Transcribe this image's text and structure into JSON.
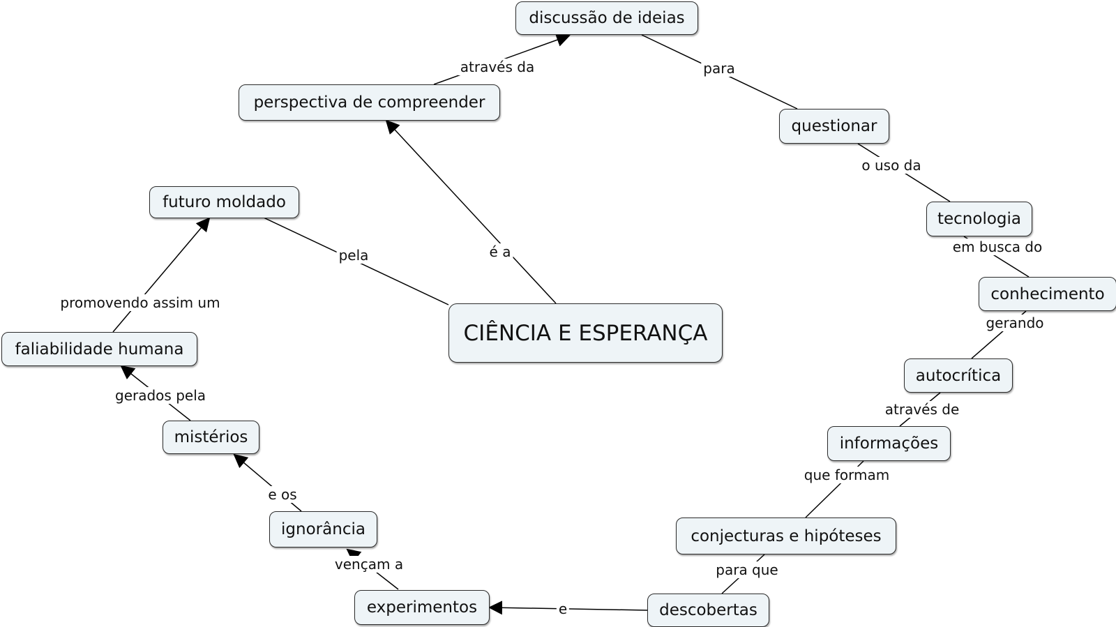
{
  "nodes": {
    "ciencia": "CIÊNCIA E ESPERANÇA",
    "perspectiva": "perspectiva de compreender",
    "discussao": "discussão de ideias",
    "questionar": "questionar",
    "tecnologia": "tecnologia",
    "conhecimento": "conhecimento",
    "autocritica": "autocrítica",
    "informacoes": "informações",
    "conjecturas": "conjecturas e hipóteses",
    "descobertas": "descobertas",
    "experimentos": "experimentos",
    "ignorancia": "ignorância",
    "misterios": "mistérios",
    "faliabilidade": "faliabilidade humana",
    "futuro": "futuro moldado"
  },
  "links": {
    "e_a": "é a",
    "atraves_da": "através da",
    "para": "para",
    "o_uso_da": "o uso da",
    "em_busca_do": "em busca do",
    "gerando": "gerando",
    "atraves_de": "através de",
    "que_formam": "que formam",
    "para_que": "para que",
    "e": "e",
    "vencam_a": "vençam a",
    "e_os": "e os",
    "gerados_pela": "gerados pela",
    "promovendo": "promovendo assim um",
    "pela": "pela"
  }
}
